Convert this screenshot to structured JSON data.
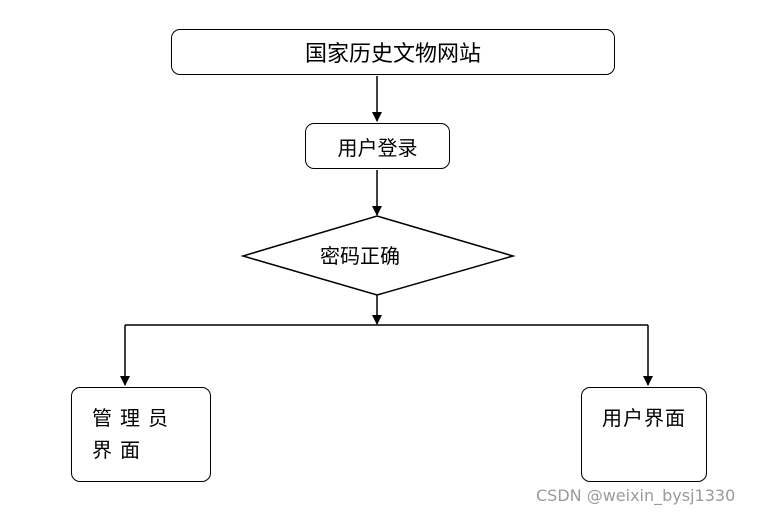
{
  "nodes": {
    "title": "国家历史文物网站",
    "login": "用户登录",
    "decision": "密码正确",
    "admin": "管理员界面",
    "user": "用户界面"
  },
  "watermark": "CSDN @weixin_bysj1330"
}
